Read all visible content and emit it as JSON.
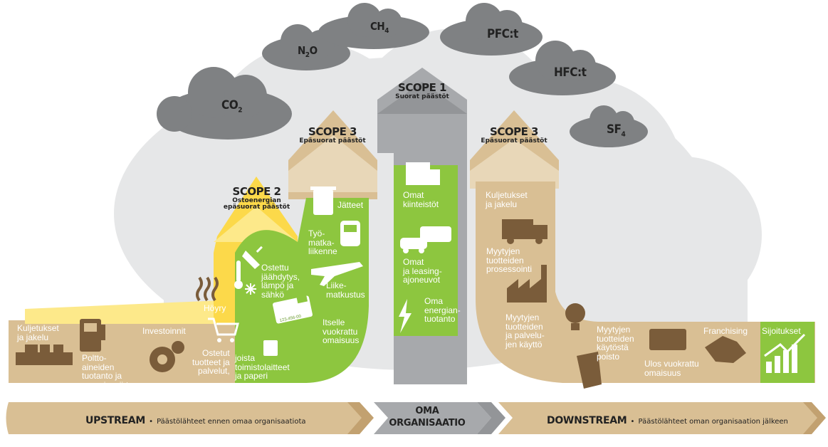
{
  "gases": {
    "co2": {
      "main": "CO",
      "sub": "2"
    },
    "n2o": {
      "main": "N",
      "sub": "2",
      "tail": "O"
    },
    "ch4": {
      "main": "CH",
      "sub": "4"
    },
    "pfc": {
      "main": "PFC:t"
    },
    "hfc": {
      "main": "HFC:t"
    },
    "sf4": {
      "main": "SF",
      "sub": "4"
    }
  },
  "scopes": {
    "scope1": {
      "title": "SCOPE 1",
      "subtitle": "Suorat päästöt"
    },
    "scope2": {
      "title": "SCOPE 2",
      "subtitle": "Ostoenergian\nepäsuorat päästöt"
    },
    "scope3_left": {
      "title": "SCOPE 3",
      "subtitle": "Epäsuorat päästöt"
    },
    "scope3_right": {
      "title": "SCOPE 3",
      "subtitle": "Epäsuorat päästöt"
    }
  },
  "upstream_items": {
    "transport": "Kuljetukset\nja jakelu",
    "fuels": "Poltto-\naineiden\ntuotanto ja\nenergiansiirto",
    "investments": "Investoinnit",
    "purchased": "Ostetut\ntuotteet ja\npalvelut,",
    "steam": "Höyry"
  },
  "scope2_items": {
    "bought": "Ostettu\njäähdytys,\nlämpö ja\nsähkö"
  },
  "scope3_left_items": {
    "waste": "Jätteet",
    "commute": "Työ-\nmatka-\nliikenne",
    "travel": "Liike-\nmatkustus",
    "leased": "Itselle\nvuokrattu\nomaisuus",
    "office": "joista\ntoimistolaitteet\nja paperi"
  },
  "scope1_items": {
    "buildings": "Omat\nkiinteistöt",
    "vehicles": "Omat\nja leasing-\najoneuvot",
    "energy": "Oma\nenergian-\ntuotanto"
  },
  "scope3_right_items": {
    "transport": "Kuljetukset\nja jakelu",
    "processing": "Myytyjen\ntuotteiden\nprosessointi",
    "use": "Myytyjen\ntuotteiden\nja palvelu-\njen käyttö",
    "eol": "Myytyjen\ntuotteiden\nkäytöstä\npoisto",
    "franchising": "Franchising",
    "leased_out": "Ulos vuokrattu\nomaisuus",
    "investments": "Sijoitukset"
  },
  "card_number": "123-456-00",
  "timeline": {
    "upstream_title": "UPSTREAM",
    "upstream_text": "Päästölähteet ennen omaa organisaatiota",
    "org_title": "OMA\nORGANISAATIO",
    "downstream_title": "DOWNSTREAM",
    "downstream_text": "Päästölähteet oman organisaation jälkeen",
    "bullet": "•"
  },
  "colors": {
    "cloud": "#7f8183",
    "big_cloud": "#e6e7e8",
    "tan": "#d9bf94",
    "tan_light": "#e8d7b8",
    "tan_dark": "#c2a170",
    "green": "#8dc63f",
    "yellow": "#fcd94a",
    "yellow_light": "#fde98a",
    "grey_arrow": "#a7a9ac",
    "grey_dark": "#939598",
    "brown_icon": "#7a5c3a"
  }
}
